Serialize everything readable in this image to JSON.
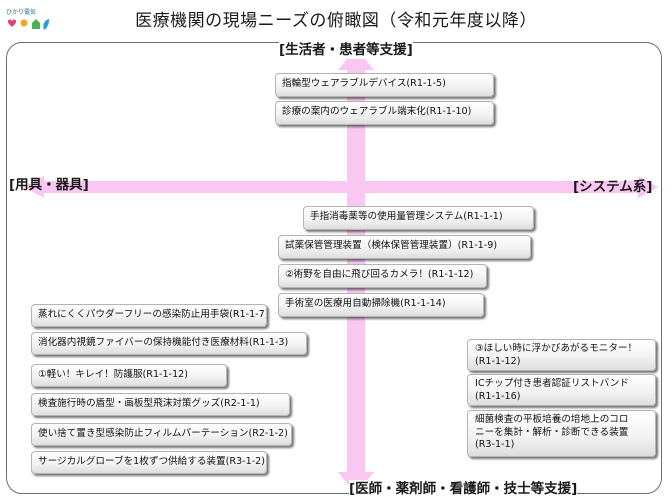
{
  "title": "医療機関の現場ニーズの俯瞰図（令和元年度以降）",
  "logo": {
    "text": "ひかり電気",
    "icons": [
      "heart-icon",
      "sun-icon",
      "house-icon",
      "leaf-icon"
    ]
  },
  "axes": {
    "top": "[生活者・患者等支援]",
    "bottom": "[医師・薬剤師・看護師・技士等支援]",
    "left": "[用具・器具]",
    "right": "[システム系]"
  },
  "colors": {
    "arrow": "#f9c7f1",
    "frame": "#6e6e6e",
    "card_border": "#b4b4b4"
  },
  "needs": [
    {
      "id": "n1",
      "text": "指輪型ウェアラブルデバイス(R1-1-5)"
    },
    {
      "id": "n2",
      "text": "診療の案内のウェアラブル端末化(R1-1-10)"
    },
    {
      "id": "n3",
      "text": "手指消毒薬等の使用量管理システム(R1-1-1)"
    },
    {
      "id": "n4",
      "text": "試薬保管管理装置（検体保管管理装置）(R1-1-9)"
    },
    {
      "id": "n5",
      "text": "②術野を自由に飛び回るカメラ！(R1-1-12)"
    },
    {
      "id": "n6",
      "text": "手術室の医療用自動掃除機(R1-1-14)"
    },
    {
      "id": "n7",
      "text": "蒸れにくくパウダーフリーの感染防止用手袋(R1-1-7)"
    },
    {
      "id": "n8",
      "text": "消化器内視鏡ファイバーの保持機能付き医療材料(R1-1-3)"
    },
    {
      "id": "n9",
      "text": "①軽い！キレイ！防護服(R1-1-12)"
    },
    {
      "id": "n10",
      "text": "検査施行時の盾型・画板型飛沫対策グッズ(R2-1-1)"
    },
    {
      "id": "n11",
      "text": "使い捨て置き型感染防止フィルムパーテーション(R2-1-2)"
    },
    {
      "id": "n12",
      "text": "サージカルグローブを1枚ずつ供給する装置(R3-1-2)"
    },
    {
      "id": "n13",
      "lines": [
        "③ほしい時に浮かびあがるモニター！",
        "(R1-1-12)"
      ]
    },
    {
      "id": "n14",
      "lines": [
        "ICチップ付き患者認証リストバンド",
        "(R1-1-16)"
      ]
    },
    {
      "id": "n15",
      "lines": [
        "細菌検査の平板培養の培地上のコロ",
        "ニーを集計・解析・診断できる装置",
        "(R3-1-1)"
      ]
    }
  ]
}
